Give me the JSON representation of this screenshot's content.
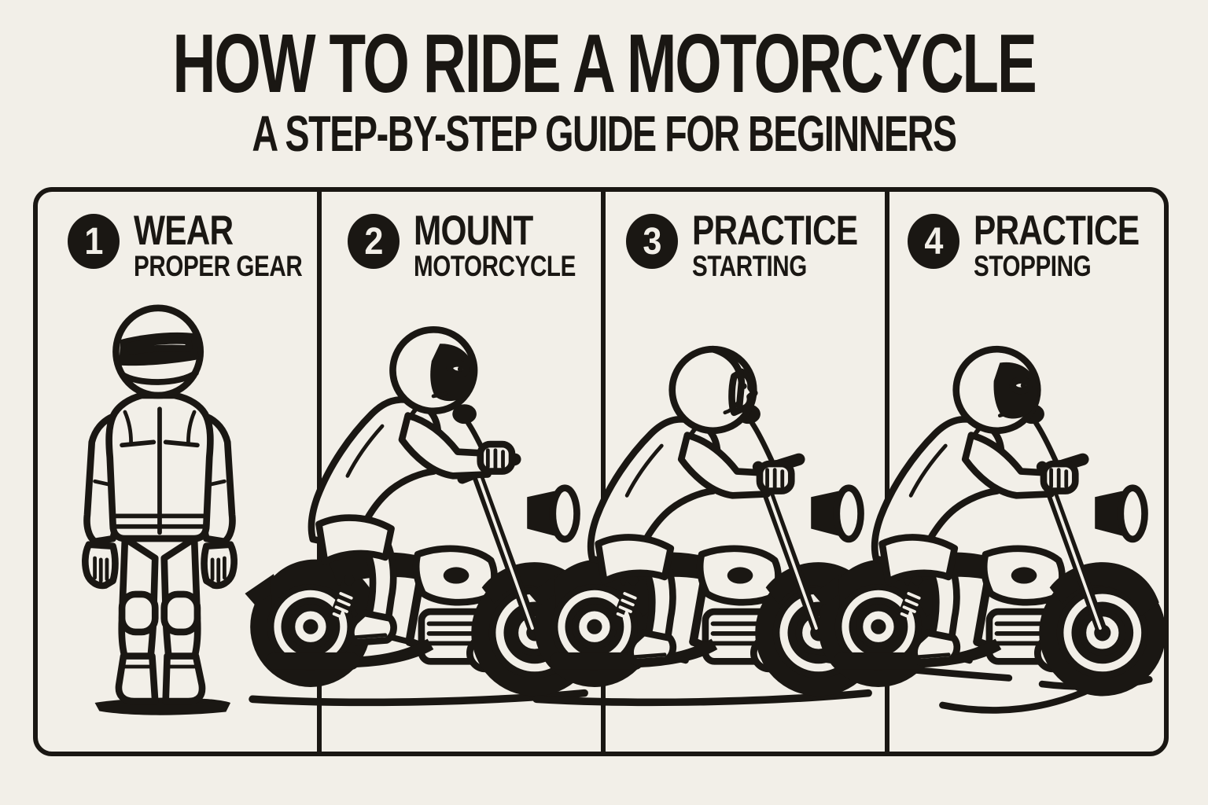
{
  "title": "HOW TO RIDE A MOTORCYCLE",
  "subtitle": "A STEP-BY-STEP GUIDE FOR BEGINNERS",
  "steps": [
    {
      "number": "1",
      "line1": "WEAR",
      "line2": "PROPER GEAR",
      "illustration": "standing rider wearing full protective gear"
    },
    {
      "number": "2",
      "line1": "MOUNT",
      "line2": "MOTORCYCLE",
      "illustration": "rider swinging onto motorcycle seat"
    },
    {
      "number": "3",
      "line1": "PRACTICE",
      "line2": "STARTING",
      "illustration": "rider seated on motorcycle starting off"
    },
    {
      "number": "4",
      "line1": "PRACTICE",
      "line2": "STOPPING",
      "illustration": "rider braking motorcycle with skid lines"
    }
  ],
  "colors": {
    "background": "#f2efe8",
    "ink": "#1a1713"
  }
}
